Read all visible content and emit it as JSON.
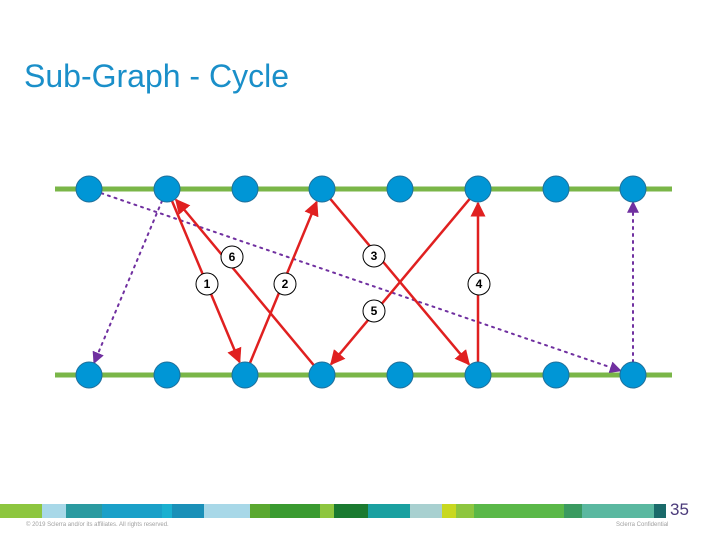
{
  "slide": {
    "title": "Sub-Graph - Cycle",
    "page_number": "35",
    "copyright": "© 2019 Sclerra and/or its affiliates. All rights reserved.",
    "confidential": "Sclerra Confidential"
  },
  "colors": {
    "title": "#1a8fc9",
    "rail": "#7ab648",
    "node": "#0096d6",
    "node_stroke": "#1f6f9a",
    "edge": "#e02020",
    "dotted": "#7030a0",
    "page_number": "#4a3a7a"
  },
  "graph": {
    "top_row_count": 8,
    "bottom_row_count": 8,
    "edges": [
      {
        "step": "1",
        "from": "top-1",
        "to": "bottom-2"
      },
      {
        "step": "2",
        "from": "bottom-2",
        "to": "top-3"
      },
      {
        "step": "3",
        "from": "top-3",
        "to": "bottom-5"
      },
      {
        "step": "4",
        "from": "bottom-5",
        "to": "top-5"
      },
      {
        "step": "5",
        "from": "top-5",
        "to": "bottom-3"
      },
      {
        "step": "6",
        "from": "bottom-3",
        "to": "top-1"
      }
    ],
    "dotted_edges": [
      {
        "from": "top-0",
        "to": "bottom-7"
      },
      {
        "from": "bottom-7",
        "to": "top-7"
      },
      {
        "from": "top-1",
        "to": "bottom-0"
      }
    ]
  },
  "footer": {
    "segments": [
      "#8dc63f",
      "#a8d8e8",
      "#2a9aa0",
      "#1aa0c8",
      "#1ab0d0",
      "#1a90b8",
      "#a8d8e8",
      "#5aa830",
      "#3a9a30",
      "#8dc63f",
      "#1a7a30",
      "#1aa0a0",
      "#a8d0d0",
      "#c8d820",
      "#8dc63f",
      "#5ab848",
      "#3a9a60",
      "#5ab8a0",
      "#1a6a6a"
    ]
  }
}
